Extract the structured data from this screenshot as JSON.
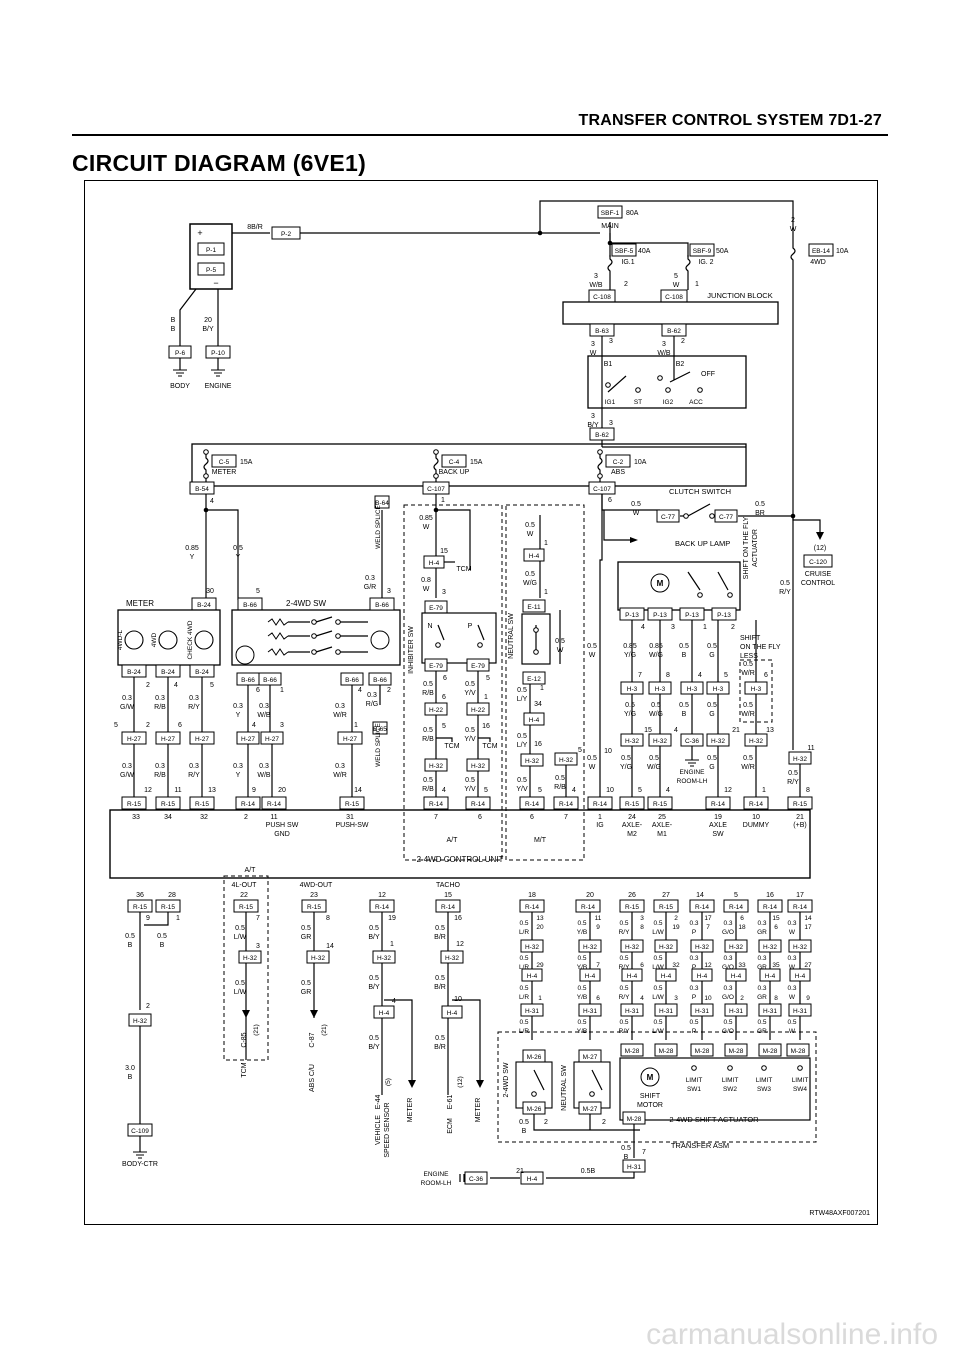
{
  "header": {
    "title": "TRANSFER CONTROL SYSTEM  7D1-27",
    "heading": "CIRCUIT DIAGRAM (6VE1)"
  },
  "diagram": {
    "battery": {
      "boxes": [
        "P-1",
        "P-5"
      ],
      "plus": "+",
      "minus": "−",
      "main_wire": "8B/R",
      "main_conn": "P-2"
    },
    "grounds": [
      {
        "wire": "B\nB",
        "conn": "P-6",
        "label": "BODY"
      },
      {
        "wire": "20\nB/Y",
        "conn": "P-10",
        "label": "ENGINE"
      }
    ],
    "fuses_top": [
      {
        "id": "SBF-1",
        "amp": "80A",
        "name": "MAIN"
      },
      {
        "id": "SBF-5",
        "amp": "40A",
        "name": "IG.1"
      },
      {
        "id": "SBF-9",
        "amp": "50A",
        "name": "IG. 2"
      },
      {
        "id": "EB-14",
        "amp": "10A",
        "name": "4WD"
      }
    ],
    "junction_block": "JUNCTION BLOCK",
    "jb_conns": [
      "C-108",
      "C-108"
    ],
    "jb_wires": [
      "3\nW/B",
      "2",
      "5\nW",
      "1",
      "2\nW"
    ],
    "ign_switch": {
      "conns": [
        "B-63",
        "B-62",
        "B-62"
      ],
      "pins": [
        "B1",
        "B2",
        "IG1",
        "ST",
        "IG2",
        "ACC",
        "OFF"
      ],
      "wires": [
        "3\nW",
        "3",
        "3\nW/B",
        "2",
        "3\nB/Y",
        "3"
      ]
    },
    "fuse_block": [
      {
        "id": "C-5",
        "amp": "15A",
        "name": "METER"
      },
      {
        "id": "C-4",
        "amp": "15A",
        "name": "BACK UP"
      },
      {
        "id": "C-2",
        "amp": "10A",
        "name": "ABS"
      }
    ],
    "fb_conns": [
      "B-54",
      "C-107",
      "C-107"
    ],
    "clutch": {
      "label": "CLUTCH SWITCH",
      "conns": [
        "C-77",
        "C-77"
      ],
      "wires": [
        "0.5\nW",
        "0.5\nBR"
      ],
      "backup": "BACK UP LAMP"
    },
    "cruise": {
      "pin": "(12)",
      "conn": "C-120",
      "label": "CRUISE\nCONTROL"
    },
    "meter": {
      "label": "METER",
      "conns": [
        "B-24",
        "B-24",
        "B-24",
        "B-24"
      ],
      "lamps": [
        "4WD-L",
        "4WD",
        "CHECK 4WD"
      ]
    },
    "sw24": {
      "label": "2-4WD SW",
      "conns": [
        "B-66",
        "B-66",
        "B-66",
        "B-66",
        "B-66"
      ],
      "weld": "WELD SPLICE",
      "splices": [
        "B-64",
        "B-65"
      ]
    },
    "inhibiter": {
      "label": "INHIBITER SW",
      "conns": [
        "E-79",
        "E-79",
        "E-79"
      ],
      "tcm": "TCM",
      "pos": [
        "N",
        "P"
      ]
    },
    "neutral": {
      "label": "NEUTRAL SW",
      "conns": [
        "E-11",
        "E-12"
      ]
    },
    "actuator_top": {
      "label": "SHIFT ON THE FLY\nACTUATOR",
      "conns": [
        "P-13",
        "P-13",
        "P-13",
        "P-13"
      ],
      "less": "SHIFT\nON THE FLY\nLESS"
    },
    "ground_mid": "ENGINE\nROOM-LH",
    "control_unit": "2-4WD CONTROL UNIT",
    "cu_top_pins": [
      "33",
      "34",
      "32",
      "2",
      "11",
      "31",
      "7",
      "6",
      "6",
      "7",
      "1",
      "24",
      "25",
      "19",
      "10",
      "21"
    ],
    "cu_top_names": [
      "PUSH SW\nGND",
      "PUSH-SW",
      "A/T",
      "M/T",
      "IG",
      "AXLE-\nM2",
      "AXLE-\nM1",
      "AXLE\nSW",
      "DUMMY",
      "(+B)"
    ],
    "cu_bot_pins": [
      "36",
      "28",
      "22",
      "23",
      "12",
      "15",
      "18",
      "20",
      "26",
      "27",
      "14",
      "5",
      "16",
      "17"
    ],
    "cu_bot_names": [
      "A/T",
      "4L-OUT",
      "4WD-OUT",
      "TACHO"
    ],
    "bottom": {
      "tcm": "TCM",
      "abs": "ABS C/U",
      "meter": "METER",
      "ecm": "ECM",
      "vss": "VEHICLE\nSPEED SENSOR",
      "c85": "C-85",
      "c87": "C-87",
      "e44": "E-44",
      "e61": "E-61",
      "body": "BODY-CTR",
      "c109": "C-109",
      "engine": "ENGINE\nROOM-LH",
      "c36": "C-36",
      "h4": "H-4",
      "b05": "0.5B",
      "sw": [
        "2-4WD SW",
        "NEUTRAL SW"
      ],
      "m26": "M-26",
      "m27": "M-27",
      "m28": "M-28",
      "motor": "SHIFT\nMOTOR",
      "limits": [
        "LIMIT\nSW1",
        "LIMIT\nSW2",
        "LIMIT\nSW3",
        "LIMIT\nSW4"
      ],
      "actuator": "2-4WD SHIFT  ACTUATOR",
      "asm": "TRANSFER ASM"
    },
    "code": "RTW48AXF007201"
  },
  "watermark": "carmanualsonline.info"
}
